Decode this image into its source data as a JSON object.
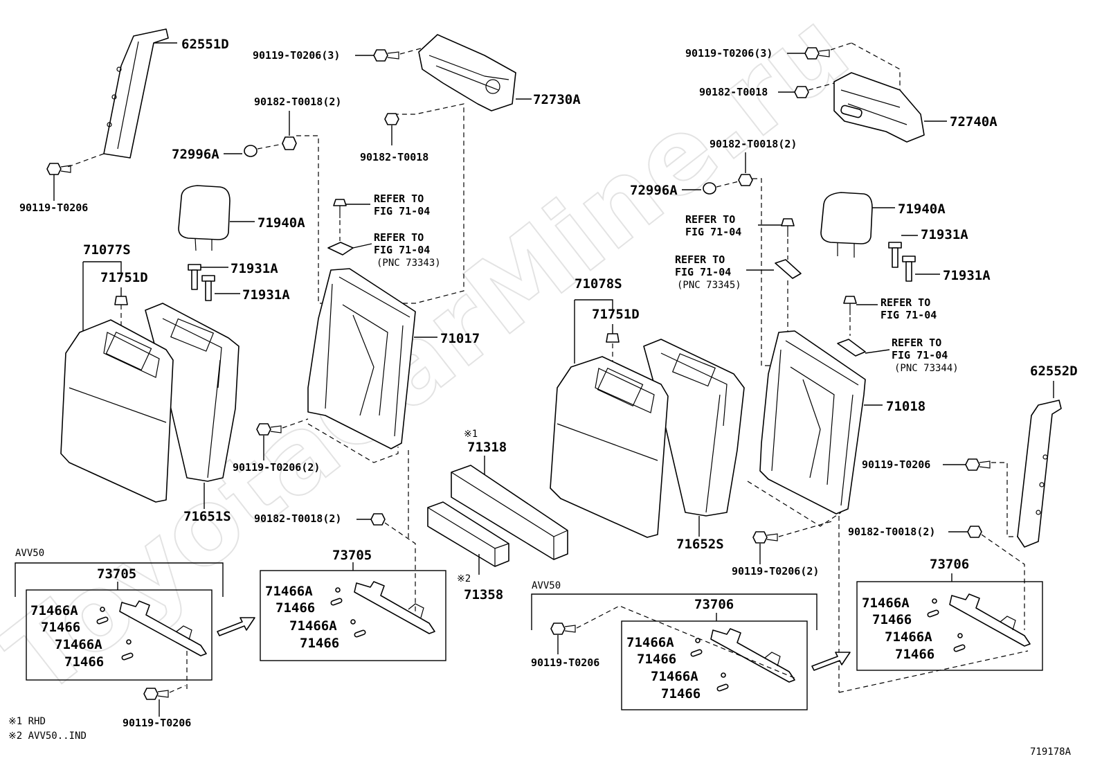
{
  "watermark": "ToyotaCarMine.ru",
  "diagram_id": "719178A",
  "footnotes": {
    "note1": "※1 RHD",
    "note2": "※2 AVV50..IND"
  },
  "left": {
    "p62551D": "62551D",
    "bolt_a": "90119-T0206(3)",
    "nut_a": "90182-T0018(2)",
    "bracket": "72730A",
    "nut_b": "90182-T0018",
    "cap": "72996A",
    "bolt_b": "90119-T0206",
    "ref1_line1": "REFER TO",
    "ref1_line2": "FIG 71-04",
    "ref2_line1": "REFER TO",
    "ref2_line2": "FIG 71-04",
    "ref2_line3": "(PNC 73343)",
    "headrest": "71940A",
    "assy": "71077S",
    "clip": "71751D",
    "guide1": "71931A",
    "guide2": "71931A",
    "frame": "71017",
    "bolt_c": "90119-T0206(2)",
    "back": "71651S",
    "nut_c": "90182-T0018(2)",
    "avv": "AVV50",
    "hinge_boxed": "73705",
    "hinge_group": "73705",
    "c1": "71466A",
    "c2": "71466",
    "c3": "71466A",
    "c4": "71466",
    "c5": "71466A",
    "c6": "71466",
    "c7": "71466A",
    "c8": "71466",
    "bolt_d": "90119-T0206"
  },
  "center": {
    "mark1": "※1",
    "pad1": "71318",
    "mark2": "※2",
    "pad2": "71358"
  },
  "right": {
    "bolt_a": "90119-T0206(3)",
    "nut_a": "90182-T0018",
    "bracket": "72740A",
    "nut_b": "90182-T0018(2)",
    "cap": "72996A",
    "ref1_line1": "REFER TO",
    "ref1_line2": "FIG 71-04",
    "ref2_line1": "REFER TO",
    "ref2_line2": "FIG 71-04",
    "ref2_line3": "(PNC 73345)",
    "headrest": "71940A",
    "guide1": "71931A",
    "guide2": "71931A",
    "ref3_line1": "REFER TO",
    "ref3_line2": "FIG 71-04",
    "ref4_line1": "REFER TO",
    "ref4_line2": "FIG 71-04",
    "ref4_line3": "(PNC 73344)",
    "assy": "71078S",
    "clip": "71751D",
    "frame": "71018",
    "p62552D": "62552D",
    "bolt_b": "90119-T0206",
    "back": "71652S",
    "nut_c": "90182-T0018(2)",
    "bolt_c": "90119-T0206(2)",
    "avv": "AVV50",
    "hinge_boxed": "73706",
    "hinge_group": "73706",
    "c1": "71466A",
    "c2": "71466",
    "c3": "71466A",
    "c4": "71466",
    "c5": "71466A",
    "c6": "71466",
    "c7": "71466A",
    "c8": "71466",
    "bolt_d": "90119-T0206"
  }
}
